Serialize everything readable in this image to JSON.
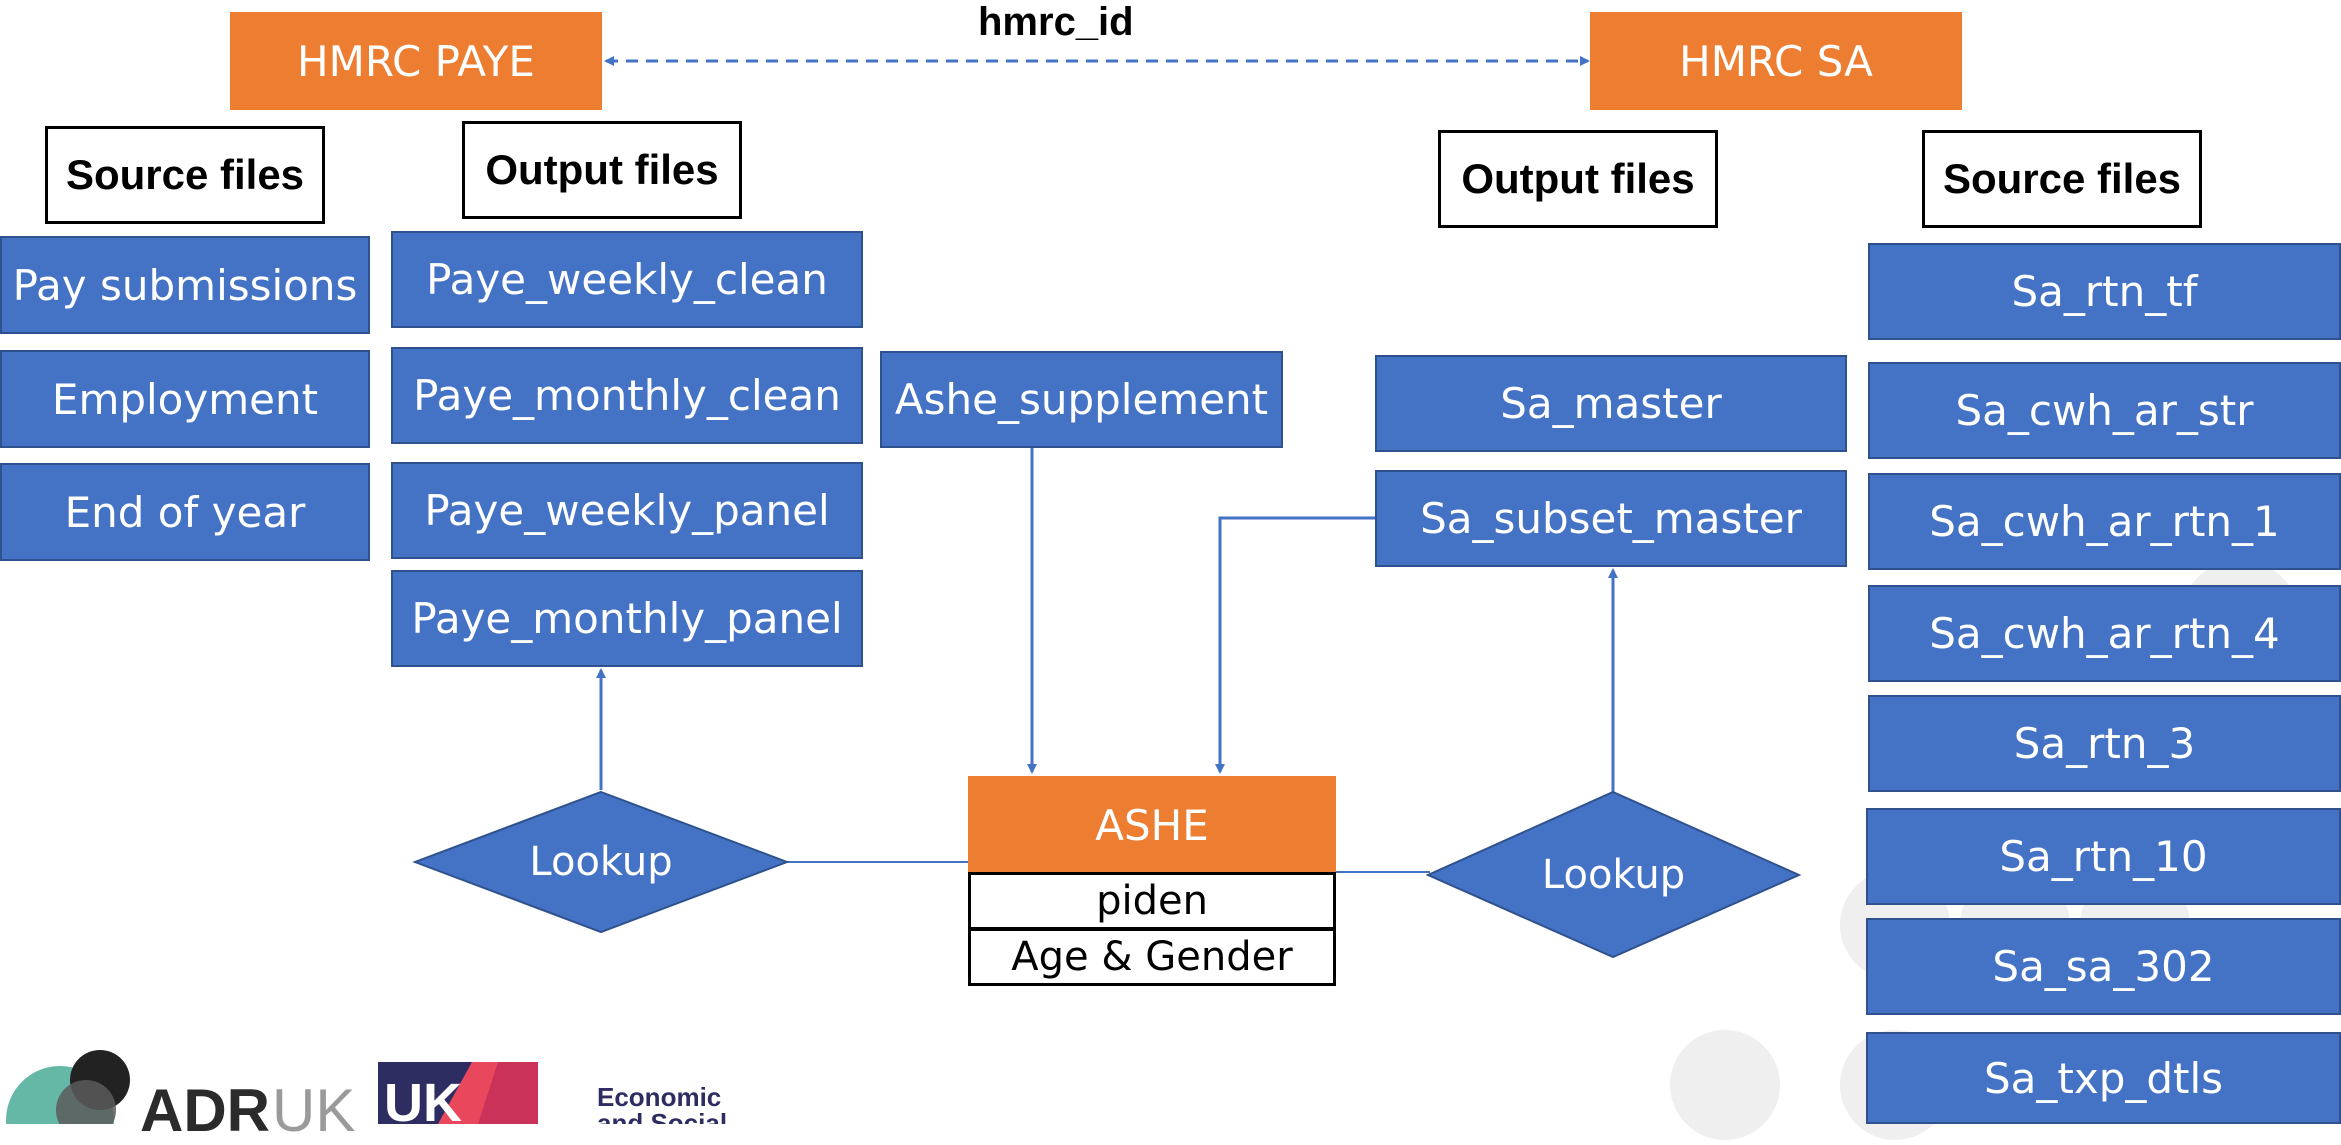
{
  "colors": {
    "entity_blue": "#4472c4",
    "entity_blue_border": "#2f528f",
    "main_orange": "#ed7d31",
    "connector": "#4472c4"
  },
  "left": {
    "title": "HMRC PAYE",
    "source_header": "Source files",
    "output_header": "Output files",
    "source_files": [
      "Pay submissions",
      "Employment",
      "End of year"
    ],
    "output_files": [
      "Paye_weekly_clean",
      "Paye_monthly_clean",
      "Paye_weekly_panel",
      "Paye_monthly_panel"
    ],
    "lookup": "Lookup"
  },
  "right": {
    "title": "HMRC SA",
    "output_header": "Output files",
    "source_header": "Source files",
    "output_files": [
      "Sa_master",
      "Sa_subset_master"
    ],
    "source_files": [
      "Sa_rtn_tf",
      "Sa_cwh_ar_str",
      "Sa_cwh_ar_rtn_1",
      "Sa_cwh_ar_rtn_4",
      "Sa_rtn_3",
      "Sa_rtn_10",
      "Sa_sa_302",
      "Sa_txp_dtls"
    ],
    "lookup": "Lookup"
  },
  "link_label": "hmrc_id",
  "center": {
    "supplement": "Ashe_supplement",
    "main": "ASHE",
    "attributes": [
      "piden",
      "Age & Gender"
    ]
  },
  "logos": {
    "adr_bold": "ADR",
    "adr_light": "UK",
    "uk_mark": "UK",
    "esrc_line1": "Economic",
    "esrc_line2": "and Social"
  }
}
